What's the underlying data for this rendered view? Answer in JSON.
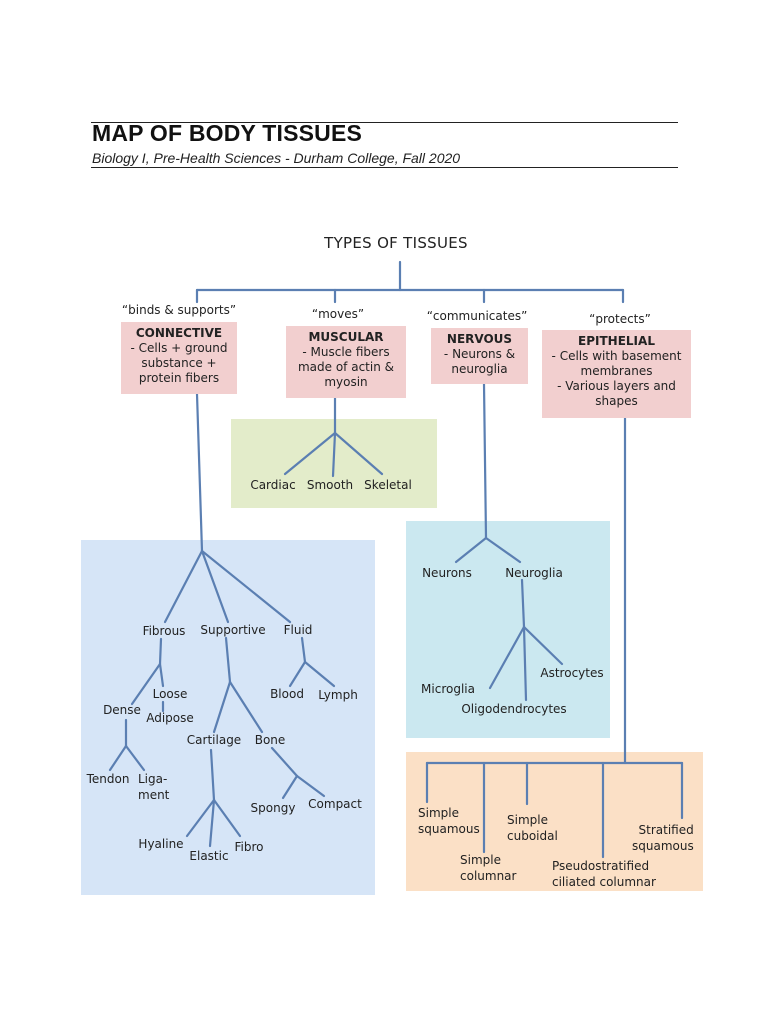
{
  "header": {
    "title": "MAP OF BODY TISSUES",
    "subtitle": "Biology I, Pre-Health Sciences - Durham College, Fall 2020"
  },
  "diagram": {
    "root": "TYPES OF TISSUES",
    "categories": [
      {
        "key": "connective",
        "function": "“binds & supports”",
        "name": "CONNECTIVE",
        "description": "- Cells + ground\nsubstance +\nprotein fibers"
      },
      {
        "key": "muscular",
        "function": "“moves”",
        "name": "MUSCULAR",
        "description": "- Muscle fibers\nmade of actin &\nmyosin"
      },
      {
        "key": "nervous",
        "function": "“communicates”",
        "name": "NERVOUS",
        "description": "- Neurons &\nneuroglia"
      },
      {
        "key": "epithelial",
        "function": "“protects”",
        "name": "EPITHELIAL",
        "description": "- Cells with basement\nmembranes\n- Various layers and\nshapes"
      }
    ],
    "muscular_types": [
      "Cardiac",
      "Smooth",
      "Skeletal"
    ],
    "connective": {
      "fibrous": "Fibrous",
      "supportive": "Supportive",
      "fluid": "Fluid",
      "dense": "Dense",
      "loose": "Loose",
      "adipose": "Adipose",
      "tendon": "Tendon",
      "ligament": "Liga-\nment",
      "cartilage": "Cartilage",
      "bone": "Bone",
      "blood": "Blood",
      "lymph": "Lymph",
      "hyaline": "Hyaline",
      "elastic": "Elastic",
      "fibro": "Fibro",
      "spongy": "Spongy",
      "compact": "Compact"
    },
    "nervous": {
      "neurons": "Neurons",
      "neuroglia": "Neuroglia",
      "microglia": "Microglia",
      "astrocytes": "Astrocytes",
      "oligodendrocytes": "Oligodendrocytes"
    },
    "epithelial_types": [
      "Simple\nsquamous",
      "Simple\ncolumnar",
      "Simple\ncuboidal",
      "Pseudostratified\nciliated columnar",
      "Stratified\nsquamous"
    ],
    "colors": {
      "connector": "#5b7fb2",
      "category_box": "#f2cfcf",
      "muscular_region": "#e3ecca",
      "connective_region": "#d6e5f7",
      "nervous_region": "#cbe8f0",
      "epithelial_region": "#fbe0c6"
    }
  }
}
